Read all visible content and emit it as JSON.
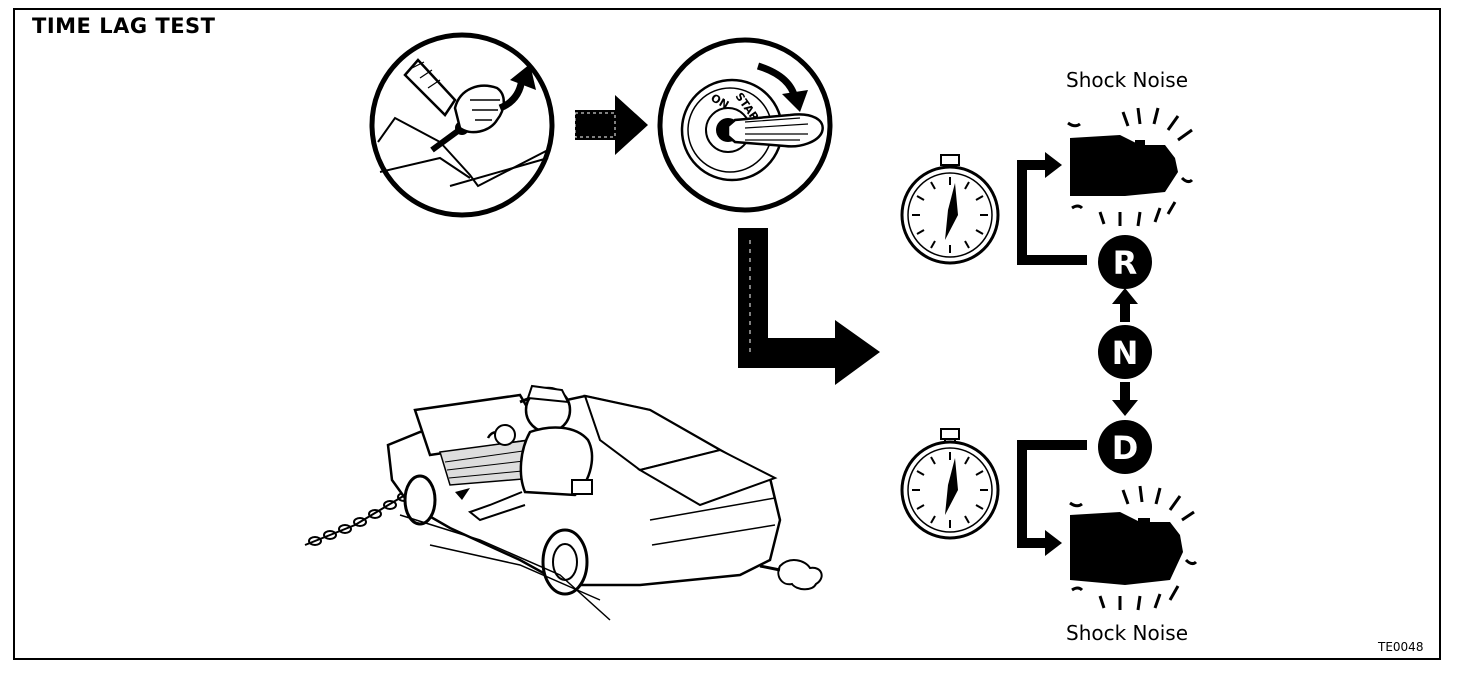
{
  "title": "TIME LAG TEST",
  "labels": {
    "shock_noise_top": "Shock Noise",
    "shock_noise_bottom": "Shock Noise",
    "figure_code": "TE0048"
  },
  "ignition": {
    "on": "ON",
    "start": "START"
  },
  "gears": {
    "reverse": "R",
    "neutral": "N",
    "drive": "D"
  },
  "icons": [
    "parking-brake-icon",
    "ignition-key-icon",
    "stopwatch-icon",
    "transmission-icon",
    "car-icon"
  ]
}
